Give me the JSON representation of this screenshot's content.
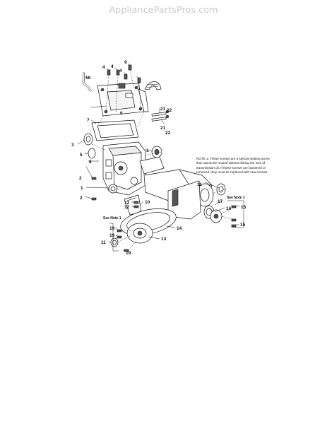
{
  "watermark": "AppliancePartsPros.com",
  "note": "NOTE 1: These screws are a special sealing screw\nthat cannot be reused without risking the loss of\ntransmission oil.  If these screws are loosened or\nremoved, they must be replaced with new screws.",
  "see_note": "See Note 1",
  "callouts": {
    "c1a": "1",
    "c1b": "1",
    "c2a": "2",
    "c2b": "2",
    "c3": "3",
    "c4a": "4",
    "c4b": "4",
    "c4c": "4",
    "c5": "5",
    "c6": "6",
    "c7": "7",
    "c8": "8",
    "c9": "9",
    "c10": "10",
    "c11a": "11",
    "c11b": "11",
    "c12a": "12",
    "c12b": "12",
    "c13": "13",
    "c14": "14",
    "c15a": "15",
    "c15b": "15",
    "c16": "16",
    "c17": "17",
    "c18": "18",
    "c19a": "19",
    "c19b": "19",
    "c19c": "19",
    "c21a": "21",
    "c21b": "21",
    "c22a": "22",
    "c22b": "22"
  }
}
